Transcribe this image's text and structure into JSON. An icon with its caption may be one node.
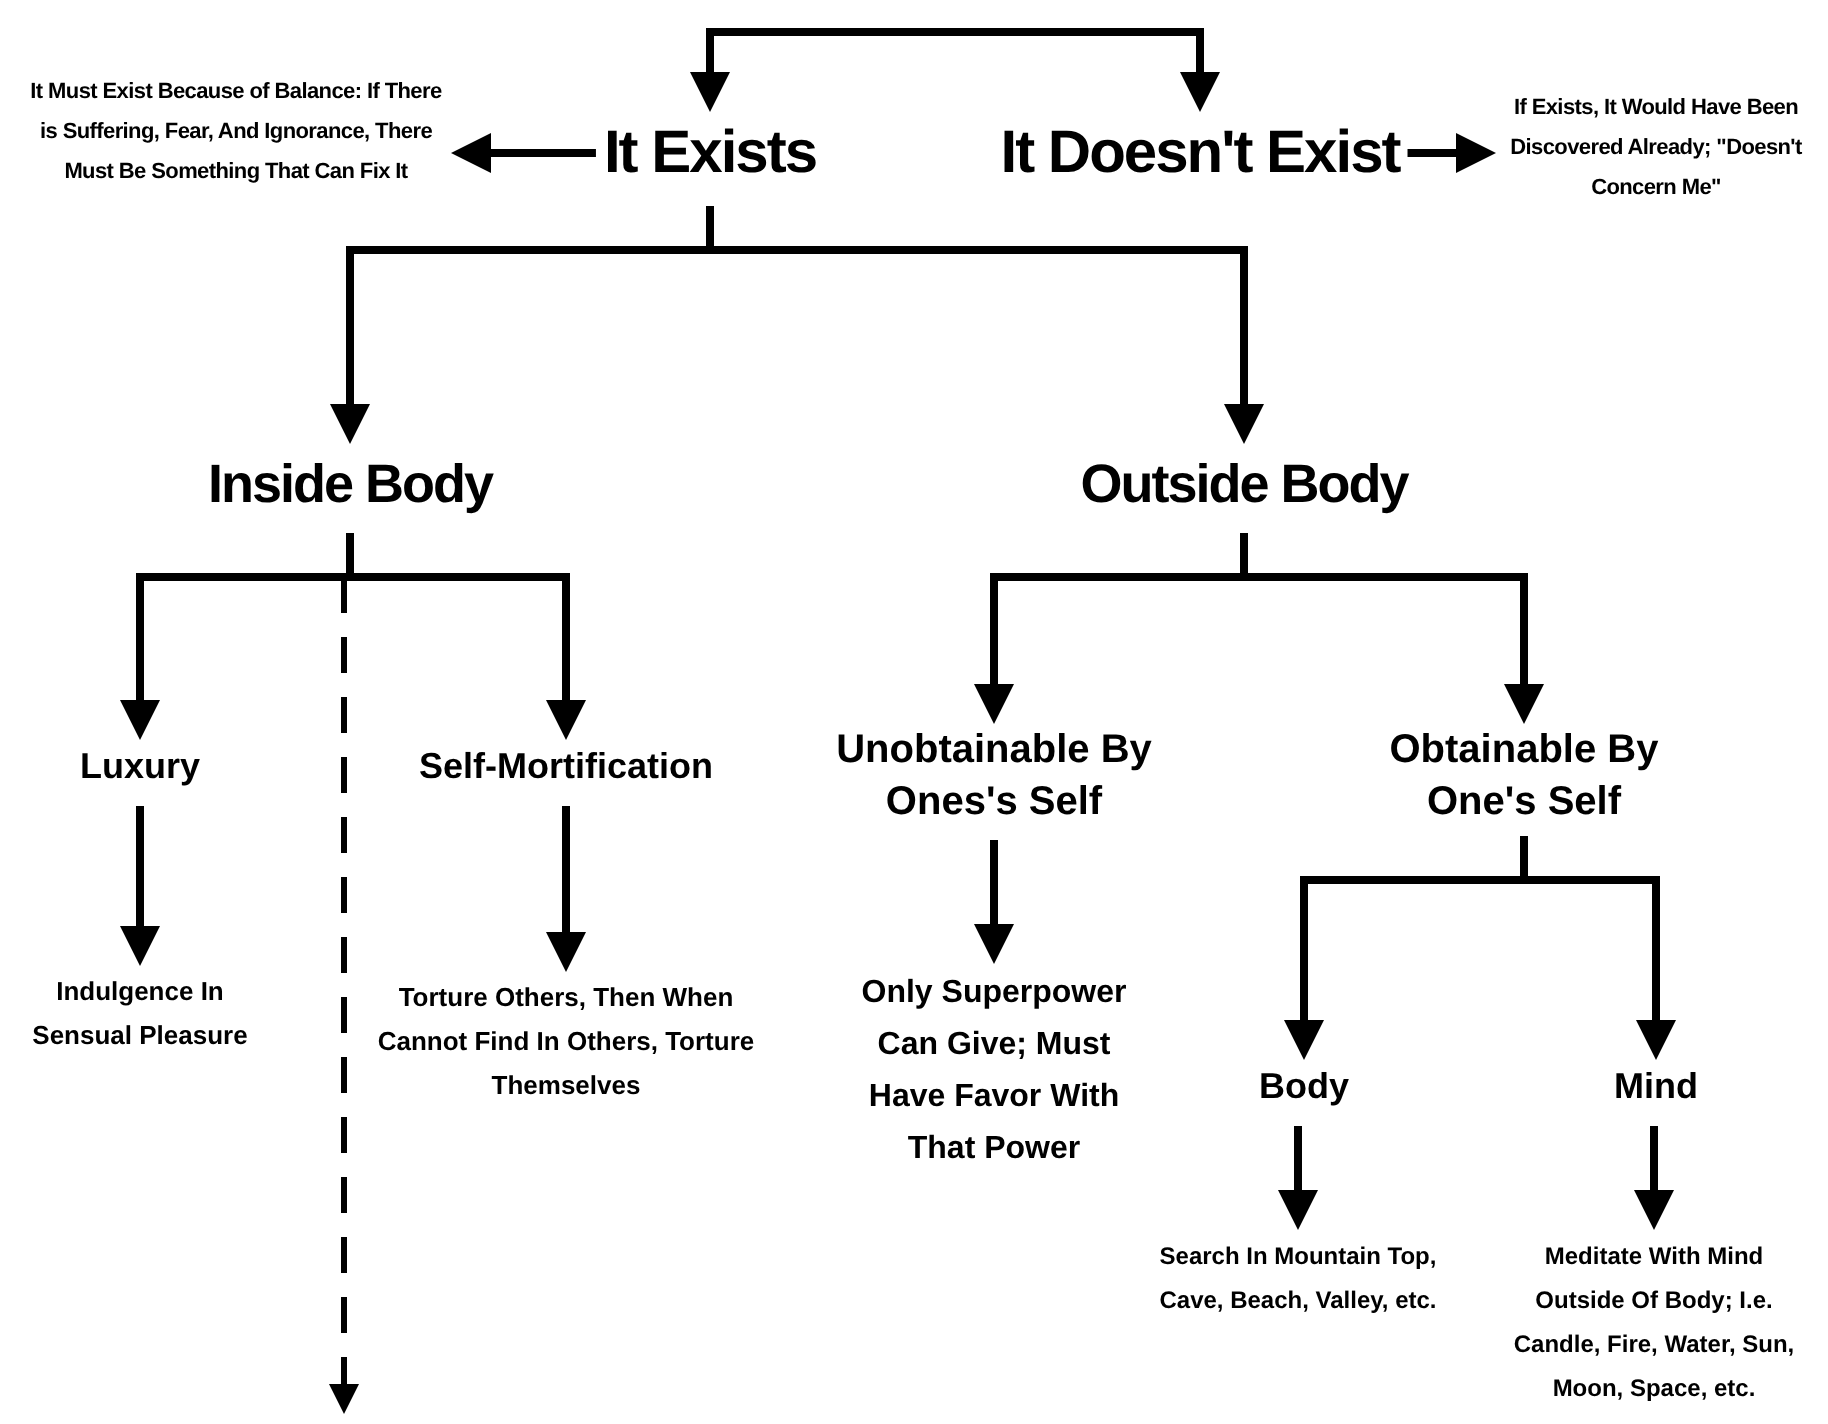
{
  "diagram": {
    "nodes": [
      {
        "text": [
          "It Exists"
        ]
      },
      {
        "text": [
          "It Doesn't Exist"
        ]
      },
      {
        "text": [
          "It Must Exist Because of Balance: If There is Suffering, Fear, And Ignorance, There Must Be Something That Can Fix It"
        ]
      },
      {
        "text": [
          "If Exists, It Would Have Been Discovered Already; \"Doesn't Concern Me\""
        ]
      },
      {
        "text": [
          "Inside Body"
        ]
      },
      {
        "text": [
          "Outside Body"
        ]
      },
      {
        "text": [
          "Luxury"
        ]
      },
      {
        "text": [
          "Self-Mortification"
        ]
      },
      {
        "text": [
          "Unobtainable By Ones's Self"
        ]
      },
      {
        "text": [
          "Obtainable By One's Self"
        ]
      },
      {
        "text": [
          "Indulgence In Sensual Pleasure"
        ]
      },
      {
        "text": [
          "Torture Others, Then When Cannot Find In Others, Torture Themselves"
        ]
      },
      {
        "text": [
          "Only Superpower Can Give; Must Have Favor With That Power"
        ]
      },
      {
        "text": [
          "Body"
        ]
      },
      {
        "text": [
          "Mind"
        ]
      },
      {
        "text": [
          "Search In Mountain Top, Cave, Beach, Valley, etc."
        ]
      },
      {
        "text": [
          "Meditate With Mind Outside Of Body; I.e. Candle, Fire, Water, Sun, Moon, Space, etc."
        ]
      }
    ],
    "edges": [
      {
        "from": null,
        "to": 0,
        "arrow": "to"
      },
      {
        "from": null,
        "to": 1,
        "arrow": "to"
      },
      {
        "from": 0,
        "to": 2,
        "arrow": "to"
      },
      {
        "from": 1,
        "to": 3,
        "arrow": "to"
      },
      {
        "from": 0,
        "to": 4,
        "arrow": "to"
      },
      {
        "from": 0,
        "to": 5,
        "arrow": "to"
      },
      {
        "from": 4,
        "to": 6,
        "arrow": "to"
      },
      {
        "from": 4,
        "to": 7,
        "arrow": "to"
      },
      {
        "from": 4,
        "to": null,
        "arrow": "to",
        "style": "dashed"
      },
      {
        "from": 5,
        "to": 8,
        "arrow": "to"
      },
      {
        "from": 5,
        "to": 9,
        "arrow": "to"
      },
      {
        "from": 6,
        "to": 10,
        "arrow": "to"
      },
      {
        "from": 7,
        "to": 11,
        "arrow": "to"
      },
      {
        "from": 8,
        "to": 12,
        "arrow": "to"
      },
      {
        "from": 9,
        "to": 13,
        "arrow": "to"
      },
      {
        "from": 9,
        "to": 14,
        "arrow": "to"
      },
      {
        "from": 13,
        "to": 15,
        "arrow": "to"
      },
      {
        "from": 14,
        "to": 16,
        "arrow": "to"
      }
    ]
  }
}
